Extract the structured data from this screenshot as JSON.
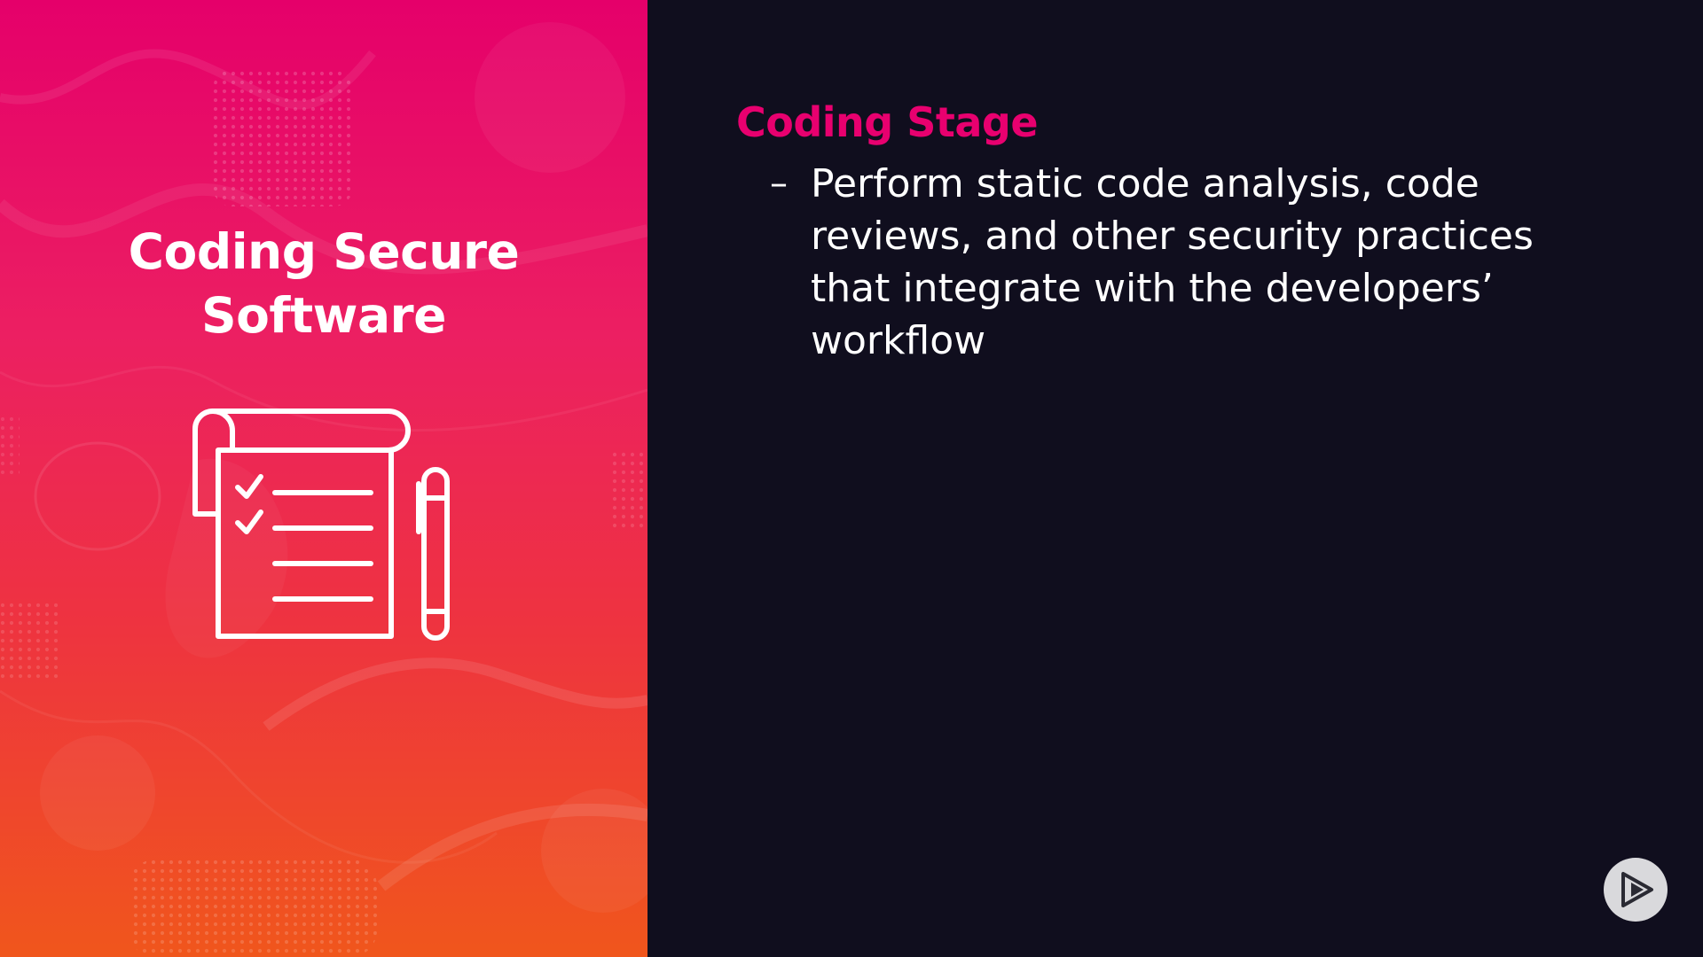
{
  "sidebar": {
    "title_line1": "Coding Secure",
    "title_line2": "Software",
    "icon": "checklist-with-pen-icon",
    "gradient_colors": [
      "#e5006a",
      "#ec1f62",
      "#ee3340",
      "#f0561c"
    ]
  },
  "content": {
    "heading": "Coding Stage",
    "heading_color": "#e8006f",
    "bullets": [
      {
        "dash": "–",
        "text": "Perform static code analysis, code reviews, and other security practices that integrate with the developers’ workflow"
      }
    ]
  },
  "player": {
    "play_icon": "play-logo-icon"
  },
  "colors": {
    "background": "#100e1e",
    "text": "#ffffff"
  }
}
